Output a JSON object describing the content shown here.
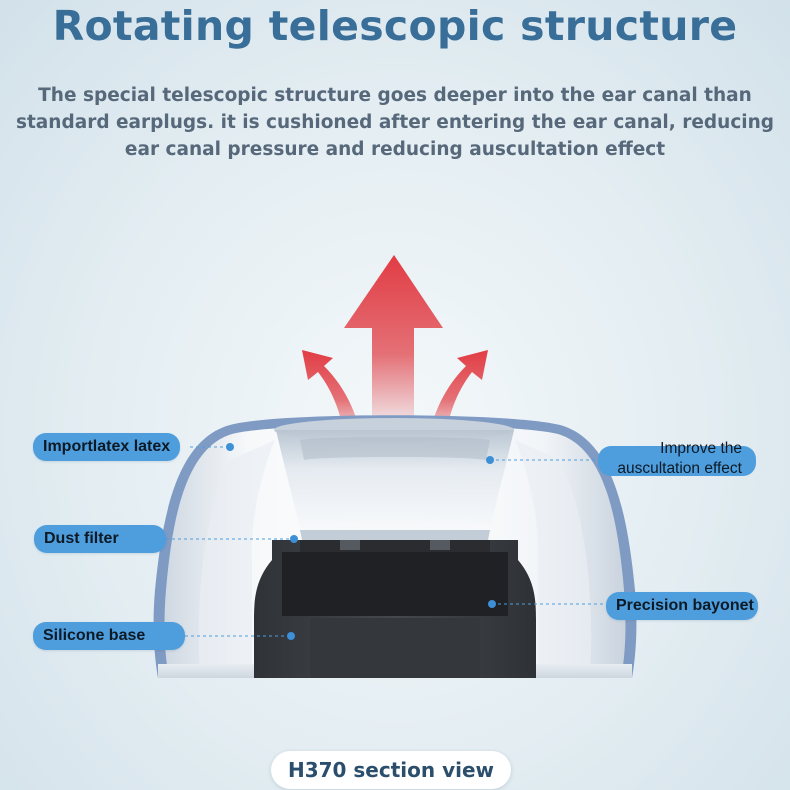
{
  "title": "Rotating telescopic structure",
  "description_lines": [
    "The special telescopic structure goes deeper into the ear canal than",
    "standard earplugs. it is cushioned after entering the ear canal, reducing",
    "ear canal pressure and reducing auscultation effect"
  ],
  "labels": {
    "importlatex": "Importlatex latex",
    "dust_filter": "Dust filter",
    "silicone_base": "Silicone base",
    "improve_line1": "Improve the",
    "improve_line2": "auscultation effect",
    "precision_bayonet": "Precision bayonet"
  },
  "caption": "H370 section view",
  "colors": {
    "title": "#386e98",
    "label_pill": "#4e9ede",
    "arrow": "#e0444a",
    "eartip_rim": "#7f9bc4",
    "core": "#3a3d42"
  }
}
